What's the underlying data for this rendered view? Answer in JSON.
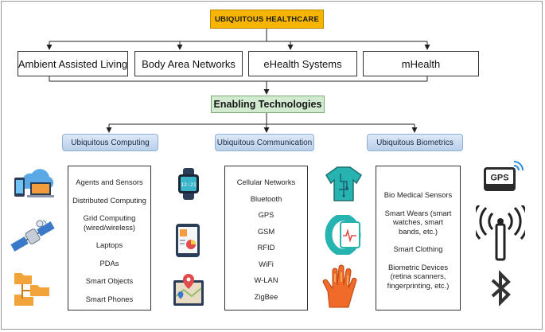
{
  "title": "UBIQUITOUS HEALTHCARE",
  "applications": [
    "Ambient Assisted Living",
    "Body Area Networks",
    "eHealth Systems",
    "mHealth"
  ],
  "enabling": "Enabling Technologies",
  "categories": [
    {
      "name": "Ubiquitous Computing",
      "items": [
        "Agents and Sensors",
        "Distributed Computing",
        "Grid Computing (wired/wireless)",
        "Laptops",
        "PDAs",
        "Smart Objects",
        "Smart Phones"
      ]
    },
    {
      "name": "Ubiquitous Communication",
      "items": [
        "Cellular Networks",
        "Bluetooth",
        "GPS",
        "GSM",
        "RFID",
        "WiFi",
        "W-LAN",
        "ZigBee"
      ]
    },
    {
      "name": "Ubiquitous Biometrics",
      "items": [
        "Bio Medical Sensors",
        "Smart Wears (smart watches, smart bands, etc.)",
        "Smart Clothing",
        "Biometric Devices (retina scanners, fingerprinting, etc.)"
      ]
    }
  ],
  "icons": {
    "left": [
      "devices-cloud-icon",
      "satellite-icon",
      "folder-network-icon"
    ],
    "middle": [
      "smartwatch-icon",
      "tablet-chart-icon",
      "map-location-icon"
    ],
    "right_mid": [
      "smart-shirt-icon",
      "fitness-band-icon",
      "smart-glove-icon"
    ],
    "right": [
      "gps-device-icon",
      "wireless-antenna-icon",
      "bluetooth-icon"
    ],
    "gps_label": "GPS",
    "watch_time": "12:21"
  },
  "colors": {
    "title_fill": "#f7b400",
    "enabling_fill": "#d2ead0",
    "category_fill": "#c9dbf1",
    "connector": "#222222"
  }
}
